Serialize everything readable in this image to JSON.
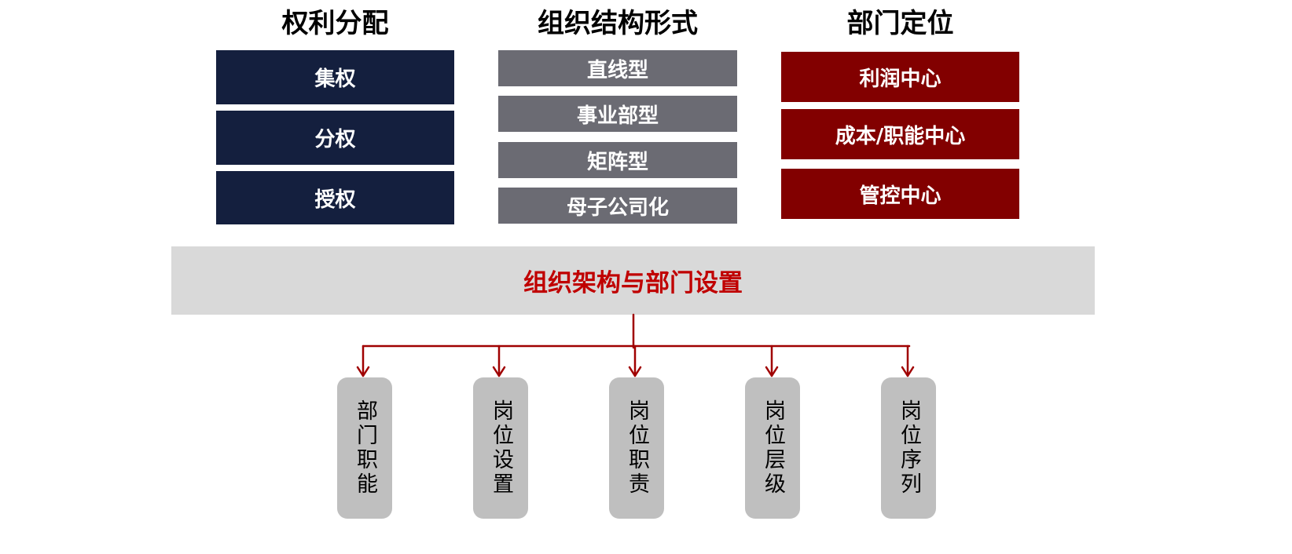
{
  "colors": {
    "navy": "#141f3e",
    "gray": "#6b6b73",
    "red": "#820000",
    "banner_bg": "#d9d9d9",
    "banner_text": "#c00000",
    "connector": "#a00000",
    "pill_bg": "#bfbfbf"
  },
  "columns": [
    {
      "title": "权利分配",
      "items": [
        "集权",
        "分权",
        "授权"
      ]
    },
    {
      "title": "组织结构形式",
      "items": [
        "直线型",
        "事业部型",
        "矩阵型",
        "母子公司化"
      ]
    },
    {
      "title": "部门定位",
      "items": [
        "利润中心",
        "成本/职能中心",
        "管控中心"
      ]
    }
  ],
  "center": {
    "label": "组织架构与部门设置"
  },
  "children": [
    "部门职能",
    "岗位设置",
    "岗位职责",
    "岗位层级",
    "岗位序列"
  ]
}
